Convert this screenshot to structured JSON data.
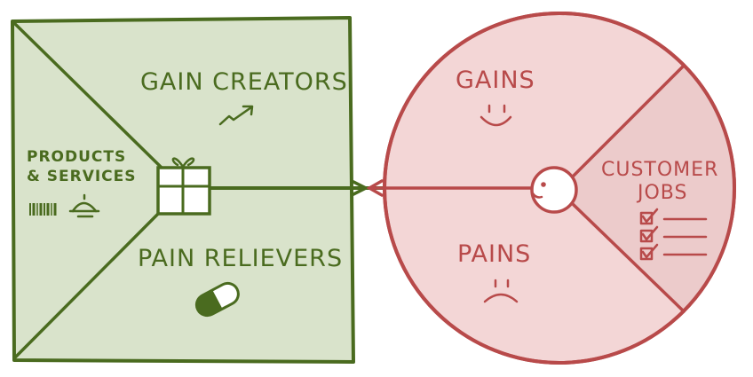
{
  "colors": {
    "green_fill": "#d9e3cb",
    "green_line": "#4a6b1f",
    "red_fill": "#f3d6d6",
    "red_line": "#b84a4a",
    "white": "#ffffff"
  },
  "value_map": {
    "products_line1": "PRODUCTS",
    "products_line2": "& SERVICES",
    "gain_creators": "GAIN CREATORS",
    "pain_relievers": "PAIN RELIEVERS",
    "icons": [
      "gift-icon",
      "barcode-icon",
      "service-bell-icon",
      "trend-arrow-icon",
      "pill-icon"
    ]
  },
  "customer_profile": {
    "gains": "GAINS",
    "pains": "PAINS",
    "jobs_line1": "CUSTOMER",
    "jobs_line2": "JOBS",
    "icons": [
      "smiley-icon",
      "frown-icon",
      "checklist-icon",
      "customer-face-icon"
    ]
  }
}
